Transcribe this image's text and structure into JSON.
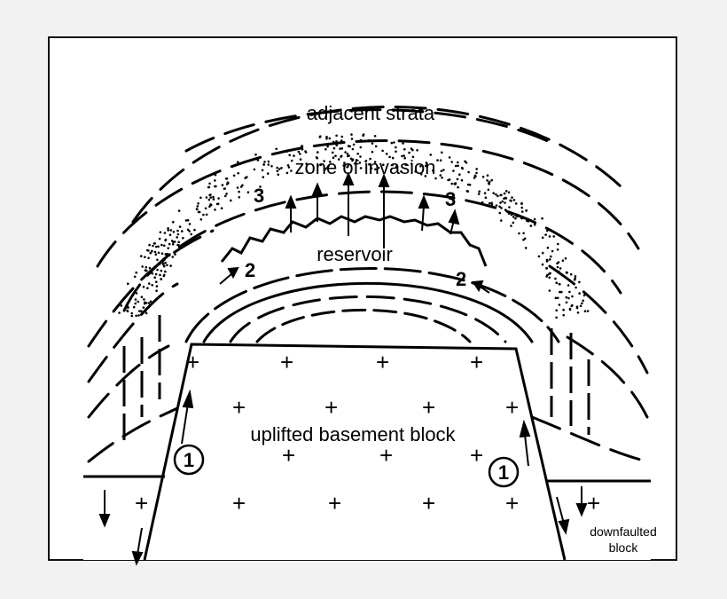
{
  "labels": {
    "adjacent_strata": "adjacent strata",
    "zone_of_invasion": "zone of invasion",
    "reservoir": "reservoir",
    "uplifted_basement_block": "uplifted basement block",
    "downfaulted_block_line1": "downfaulted",
    "downfaulted_block_line2": "block"
  },
  "markers": {
    "one": "1",
    "two": "2",
    "three": "3"
  },
  "symbols": {
    "basement_cross": "+"
  },
  "colors": {
    "background": "#f2f2f2",
    "frame": "#111111",
    "ink": "#000000"
  }
}
